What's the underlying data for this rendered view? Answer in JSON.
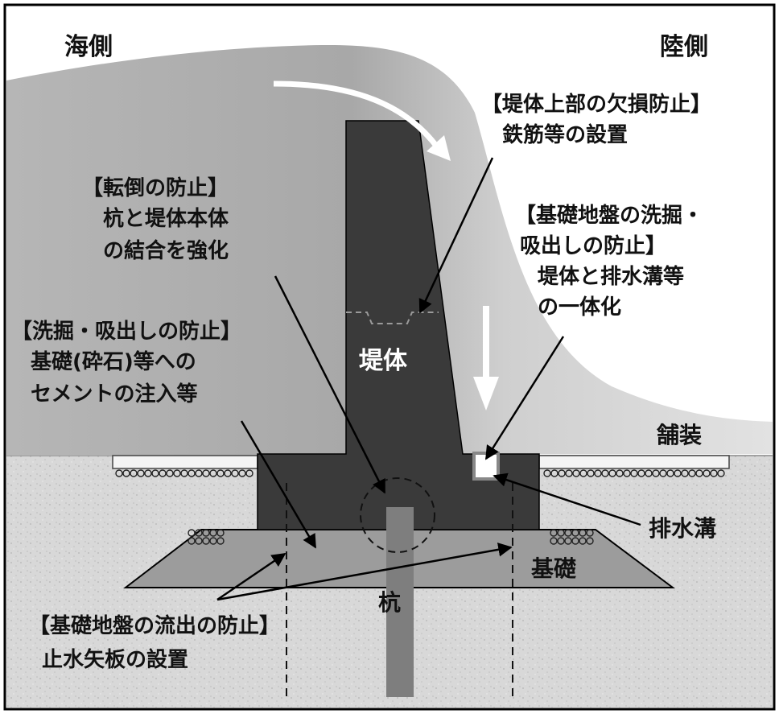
{
  "regions": {
    "sea_side": "海側",
    "land_side": "陸側"
  },
  "parts": {
    "levee": "堤体",
    "pavement": "舗装",
    "drain": "排水溝",
    "foundation": "基礎",
    "pile": "杭"
  },
  "annotations": {
    "top_damage": {
      "title": "【堤体上部の欠損防止】",
      "line1": "鉄筋等の設置"
    },
    "overturn": {
      "title": "【転倒の防止】",
      "line1": "杭と堤体本体",
      "line2": "の結合を強化"
    },
    "ground_scour": {
      "title": "【基礎地盤の洗掘・",
      "line1": "吸出しの防止】",
      "line2": "堤体と排水溝等",
      "line3": "の一体化"
    },
    "scour": {
      "title": "【洗掘・吸出しの防止】",
      "line1": "基礎(砕石)等への",
      "line2": "セメントの注入等"
    },
    "outflow": {
      "title": "【基礎地盤の流出の防止】",
      "line1": "止水矢板の設置"
    }
  },
  "colors": {
    "levee": "#3a3a3a",
    "wave": "#aaaaaa",
    "ground": "#d6d6d6",
    "foundation": "#9a9a9a",
    "pile": "#7a7a7a"
  }
}
